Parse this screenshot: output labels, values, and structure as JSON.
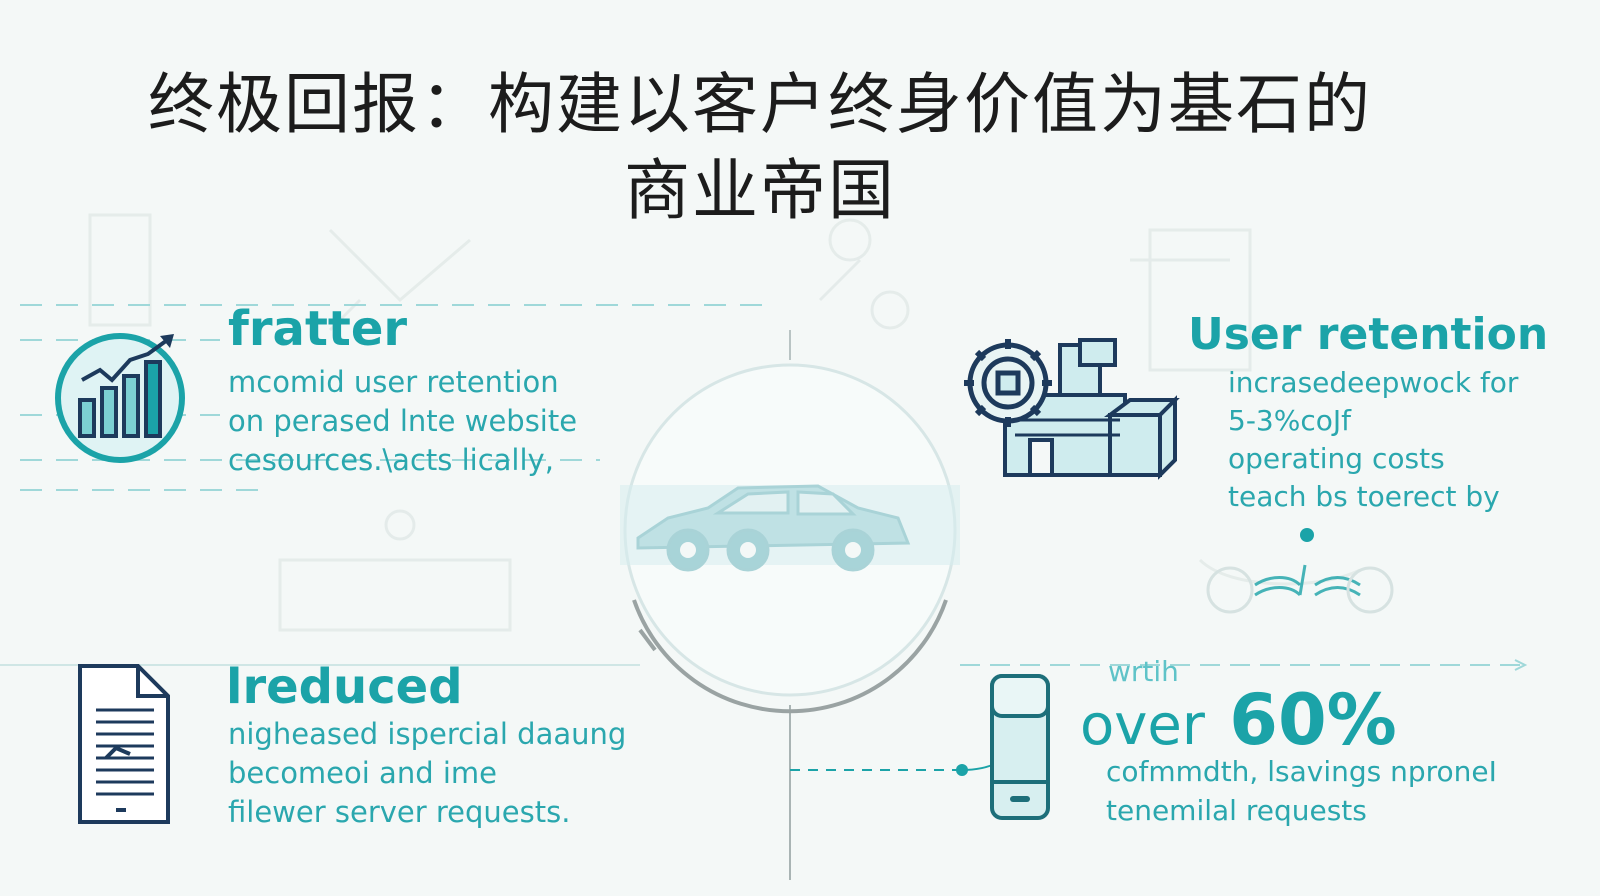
{
  "title": {
    "line1": "终极回报：构建以客户终身价值为基石的",
    "line2": "商业帝国"
  },
  "top_left": {
    "heading": "fratter",
    "lines": [
      "mcomid user retention",
      "on perased lnte website",
      "cesources.\\acts lically,"
    ],
    "icon": "growth-chart-icon"
  },
  "top_right": {
    "heading": "User retention",
    "lines": [
      "incrasedeepwock for",
      "5-3%coJf",
      "operating costs",
      "teach bs toerect by"
    ],
    "icon": "warehouse-gear-icon"
  },
  "bottom_left": {
    "heading": "lreduced",
    "lines": [
      "nigheased ispercial daaung",
      "becomeoi and ime",
      "filewer server requests."
    ],
    "icon": "document-icon"
  },
  "bottom_right": {
    "small_label": "wrtih",
    "heading_prefix": "over",
    "heading_value": "60%",
    "lines": [
      "cofmmdth, lsavings nproneI",
      "tenemilal requests"
    ],
    "icon": "smartphone-icon"
  },
  "center": {
    "icon": "car-icon"
  },
  "colors": {
    "accent": "#1ba3a8",
    "title": "#1c1c1c",
    "navy": "#1d3a5c"
  }
}
